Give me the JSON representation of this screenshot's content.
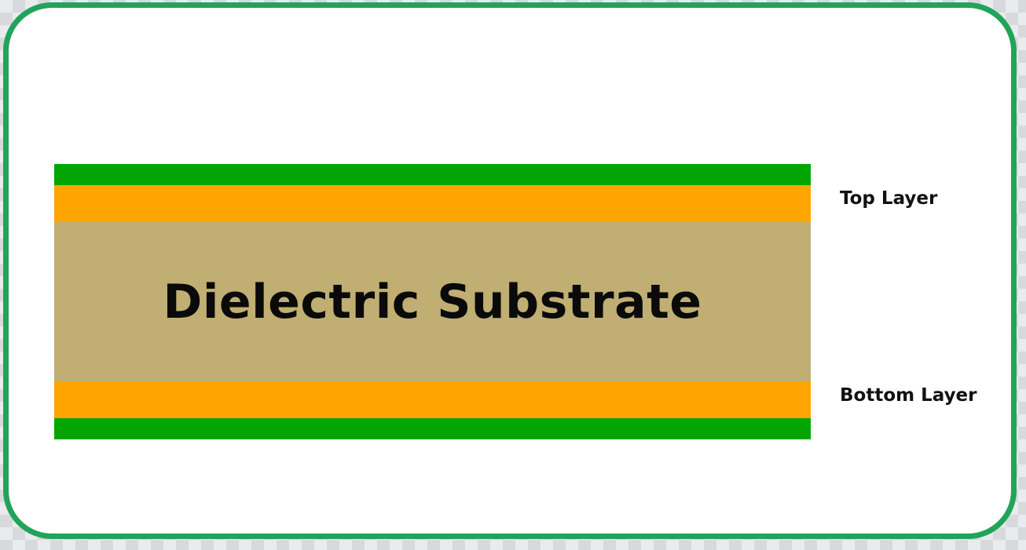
{
  "diagram": {
    "type": "pcb-layer-stackup",
    "substrate_label": "Dielectric Substrate",
    "labels": {
      "top": "Top Layer",
      "bottom": "Bottom Layer"
    },
    "layers": [
      {
        "name": "top-solder-mask",
        "color": "#03a503"
      },
      {
        "name": "top-copper",
        "color": "#ffa500"
      },
      {
        "name": "dielectric-substrate",
        "color": "#c0ae72"
      },
      {
        "name": "bottom-copper",
        "color": "#ffa500"
      },
      {
        "name": "bottom-solder-mask",
        "color": "#03a503"
      }
    ],
    "frame_color": "#22a35a"
  }
}
